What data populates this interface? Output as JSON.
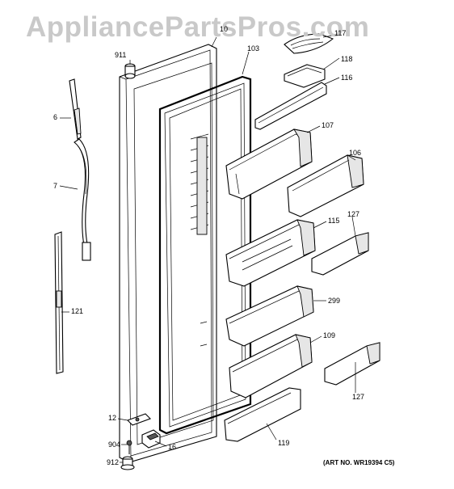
{
  "watermark": "AppliancePartsPros.com",
  "art_number": "(ART NO. WR19394 C5)",
  "callouts": {
    "c_10": "10",
    "c_117": "117",
    "c_911": "911",
    "c_103": "103",
    "c_118": "118",
    "c_116": "116",
    "c_6": "6",
    "c_107": "107",
    "c_106": "106",
    "c_7": "7",
    "c_115": "115",
    "c_127a": "127",
    "c_121": "121",
    "c_299": "299",
    "c_109": "109",
    "c_127b": "127",
    "c_12": "12",
    "c_119": "119",
    "c_904": "904",
    "c_16": "16",
    "c_912": "912"
  }
}
